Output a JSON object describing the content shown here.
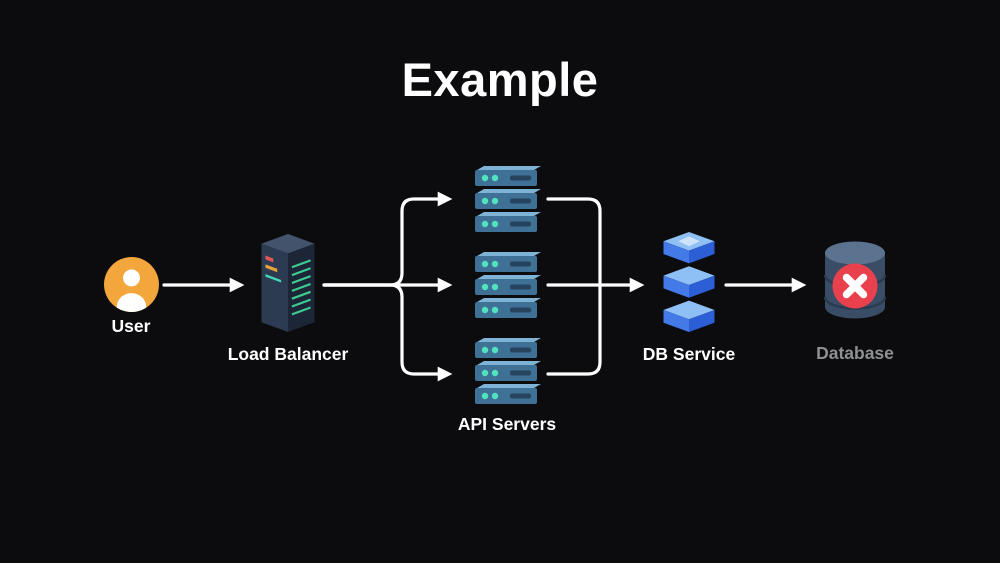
{
  "title": "Example",
  "nodes": {
    "user": {
      "label": "User"
    },
    "load_balancer": {
      "label": "Load Balancer"
    },
    "api_servers": {
      "label": "API Servers"
    },
    "db_service": {
      "label": "DB Service"
    },
    "database": {
      "label": "Database"
    }
  },
  "colors": {
    "background": "#0c0c0e",
    "title_text": "#ffffff",
    "label_text": "#ffffff",
    "database_label_text": "#8e9094",
    "arrow": "#ffffff",
    "user_badge": "#f2a63c",
    "lb_tower_mid": "#2c3b52",
    "lb_tower_dark": "#1c2637",
    "lb_vent_green": "#3ecb8f",
    "server_top": "#7fb3d6",
    "server_front": "#3f7096",
    "server_dot_teal": "#4fe3c0",
    "server_slot": "#27445e",
    "cube_top": "#8fc0f5",
    "cube_left": "#4479e8",
    "cube_right": "#2c5ed6",
    "db_body": "#3a4d66",
    "db_top": "#5c7390",
    "error_red": "#e8414d"
  }
}
